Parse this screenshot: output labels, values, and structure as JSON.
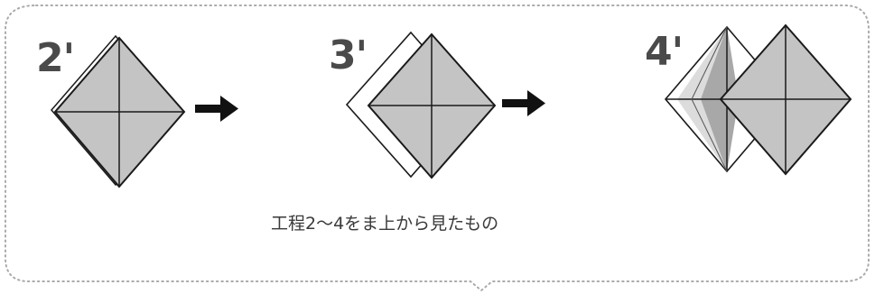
{
  "steps": [
    {
      "label": "2'"
    },
    {
      "label": "3'"
    },
    {
      "label": "4'"
    }
  ],
  "caption": "工程2～4をま上から見たもの",
  "colors": {
    "paper_fill": "#c4c4c4",
    "inner_flap": "#a8a8a8",
    "pale_flap": "#dcdcdc",
    "outline": "#1a1a1a",
    "arrow": "#111111",
    "frame_dots": "#aaaaaa"
  }
}
